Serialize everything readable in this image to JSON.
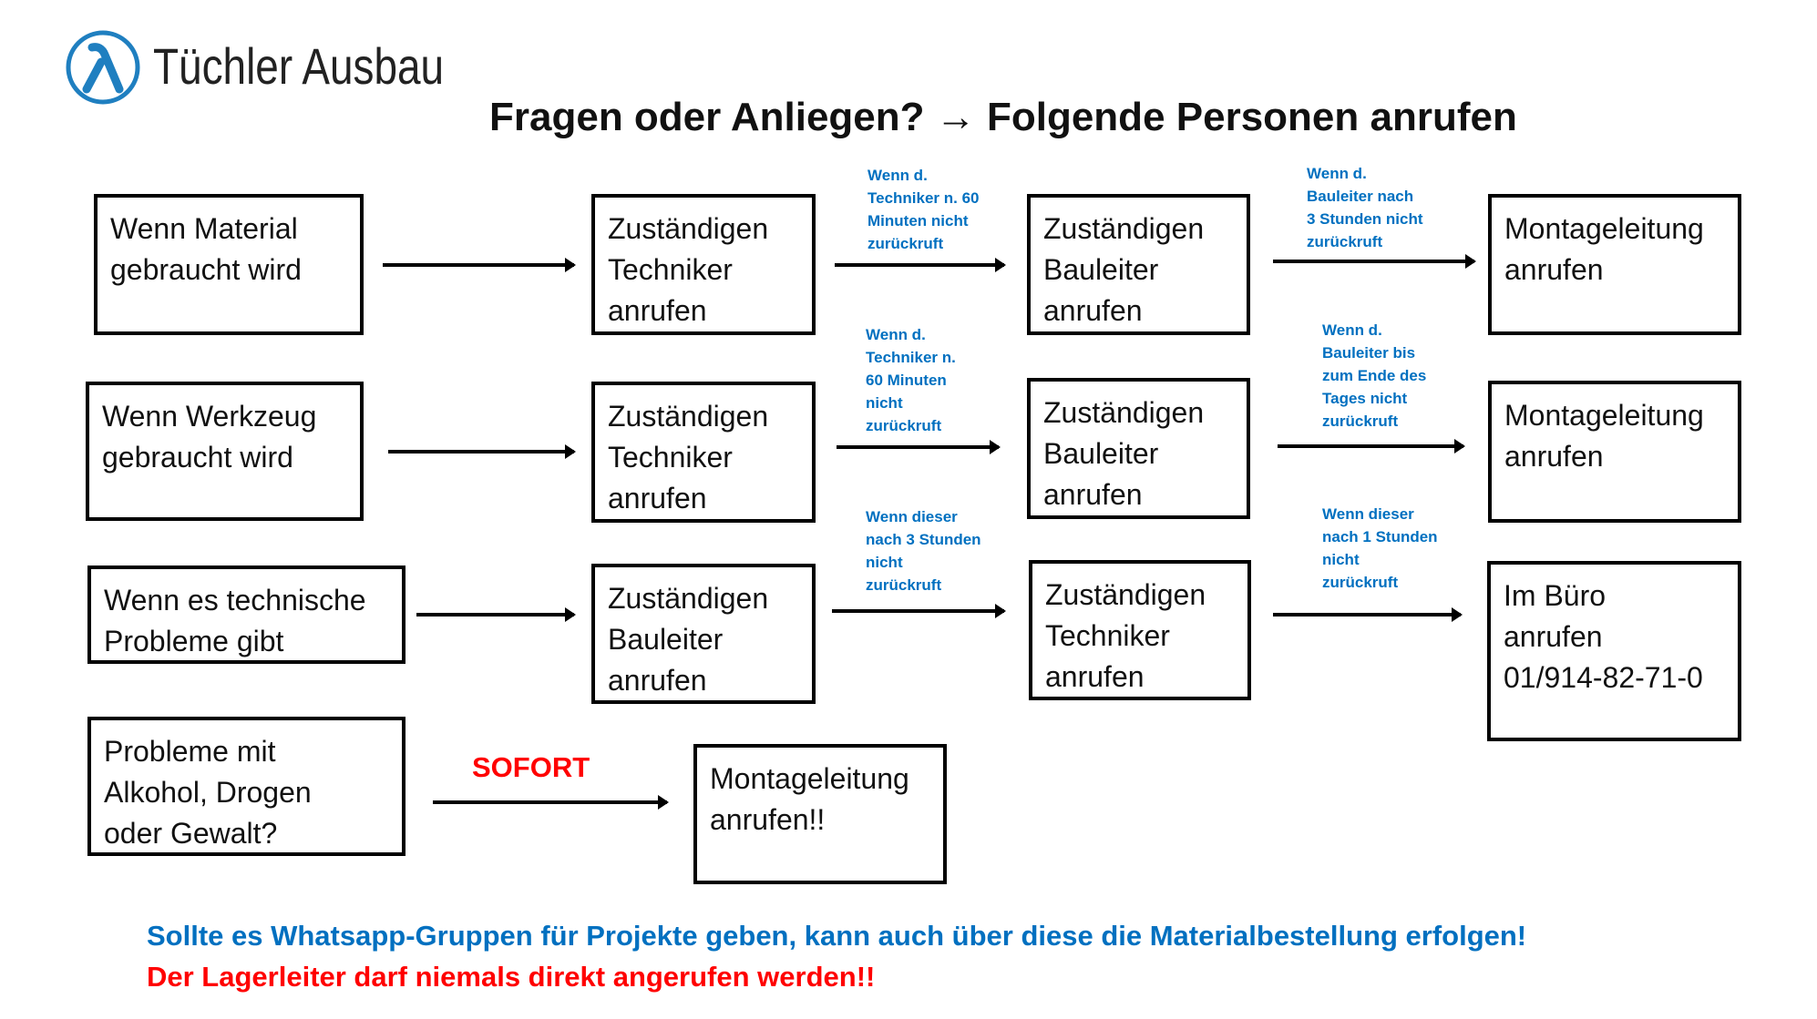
{
  "logo": {
    "name": "Tüchler Ausbau",
    "color": "#1f7fc0"
  },
  "title": "Fragen oder Anliegen? → Folgende Personen anrufen",
  "colors": {
    "condition": "#0070c0",
    "alert": "#ff0000",
    "footer_blue": "#0070c0"
  },
  "rows": [
    {
      "trigger": "Wenn Material\ngebraucht wird",
      "step1": "Zuständigen\nTechniker\nanrufen",
      "cond1": "Wenn d.\nTechniker n. 60\nMinuten nicht\nzurückruft",
      "step2": "Zuständigen\nBauleiter\nanrufen",
      "cond2": "Wenn d.\nBauleiter nach\n3 Stunden nicht\nzurückruft",
      "step3": "Montageleitung\nanrufen"
    },
    {
      "trigger": "Wenn Werkzeug\ngebraucht wird",
      "step1": "Zuständigen\nTechniker\nanrufen",
      "cond1": "Wenn d.\nTechniker n.\n60 Minuten\nnicht\nzurückruft",
      "step2": "Zuständigen\nBauleiter\nanrufen",
      "cond2": "Wenn d.\nBauleiter bis\nzum Ende des\nTages nicht\nzurückruft",
      "step3": "Montageleitung\nanrufen"
    },
    {
      "trigger": "Wenn es technische\nProbleme gibt",
      "step1": "Zuständigen\nBauleiter\nanrufen",
      "cond1": "Wenn dieser\nnach 3 Stunden\nnicht\nzurückruft",
      "step2": "Zuständigen\nTechniker\nanrufen",
      "cond2": "Wenn dieser\nnach 1 Stunden\nnicht\nzurückruft",
      "step3": "Im Büro\nanrufen\n01/914-82-71-0"
    },
    {
      "trigger": "Probleme mit\nAlkohol, Drogen\noder Gewalt?",
      "cond1": "SOFORT",
      "step1": "Montageleitung\nanrufen!!"
    }
  ],
  "footer": {
    "line1": "Sollte es Whatsapp-Gruppen für Projekte geben, kann auch über diese die Materialbestellung erfolgen!",
    "line2": "Der Lagerleiter darf niemals direkt angerufen werden!!"
  }
}
